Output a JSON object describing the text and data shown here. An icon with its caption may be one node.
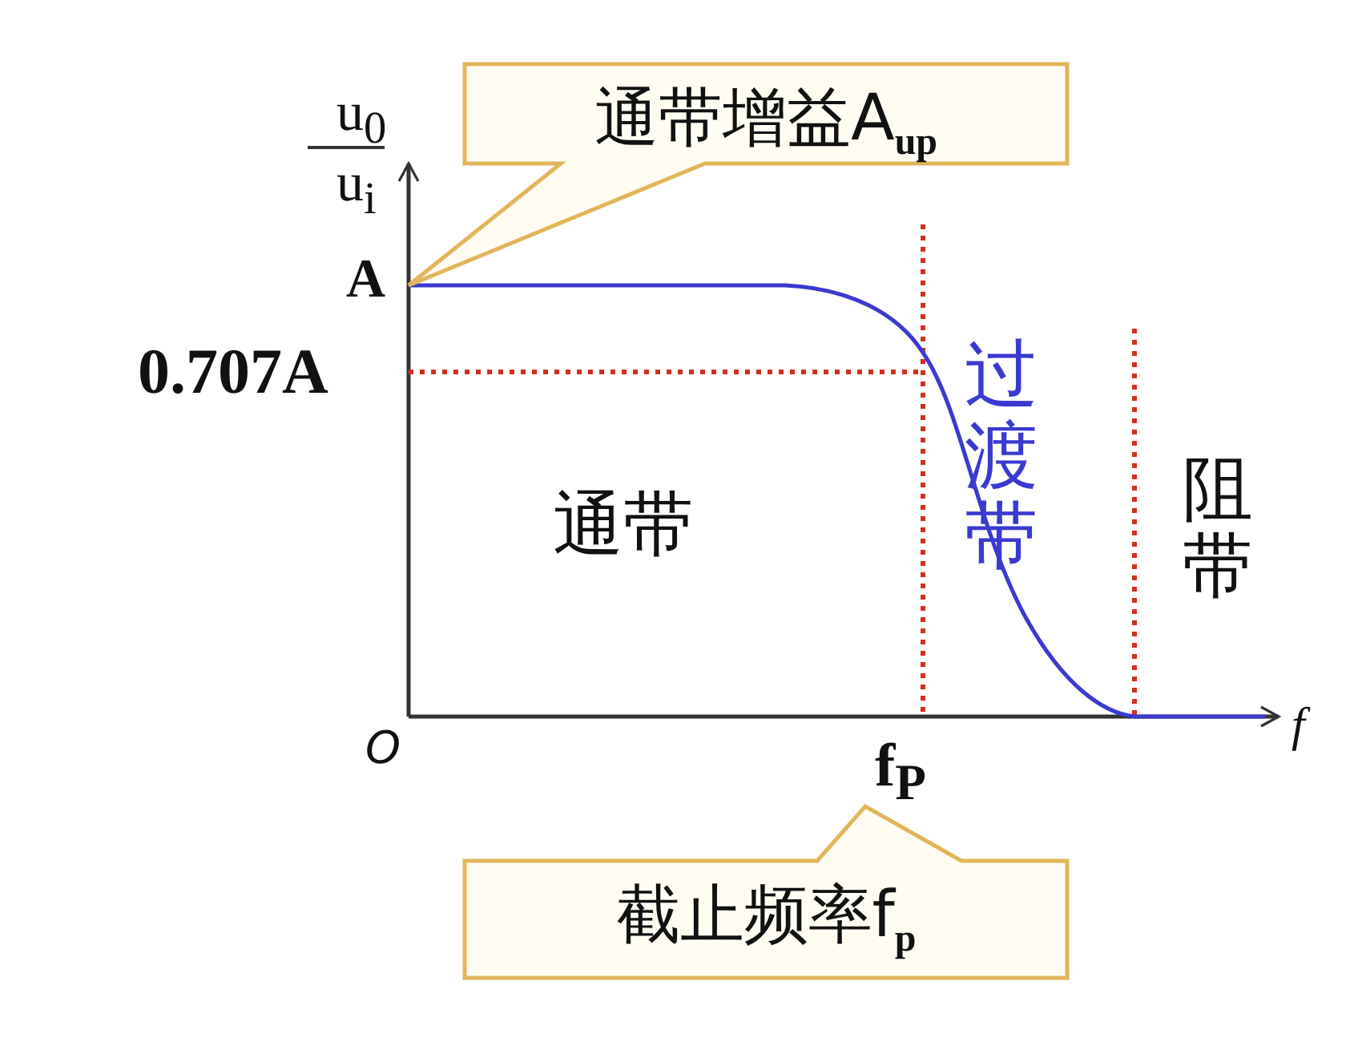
{
  "diagram": {
    "nodes": [
      {
        "text": [
          "通带增益A$_{up}$"
        ]
      },
      {
        "text": [
          "截止频率f$_{p}$"
        ]
      }
    ],
    "edges": [],
    "labels": [
      "u$_{0}$",
      "u$_{i}$",
      "A",
      "0.707A",
      "过渡带",
      "通带",
      "阻带",
      "O",
      "f",
      "f$_{P}$"
    ]
  }
}
